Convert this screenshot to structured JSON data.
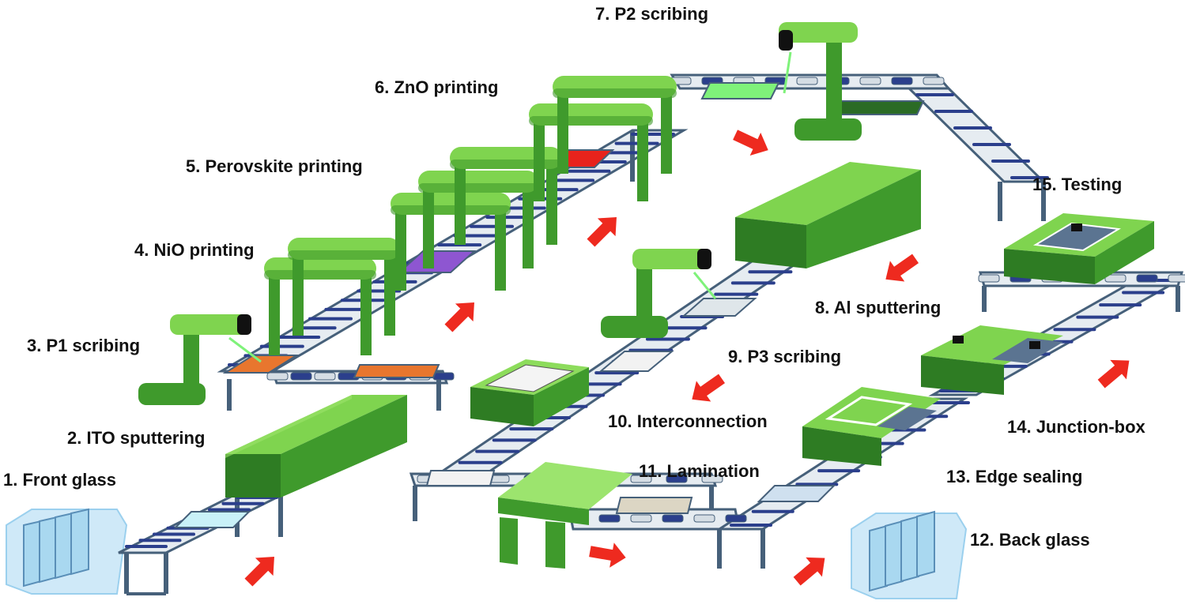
{
  "diagram": {
    "steps": [
      {
        "id": 1,
        "label": "1. Front glass"
      },
      {
        "id": 2,
        "label": "2. ITO sputtering"
      },
      {
        "id": 3,
        "label": "3. P1 scribing"
      },
      {
        "id": 4,
        "label": "4. NiO printing"
      },
      {
        "id": 5,
        "label": "5. Perovskite printing"
      },
      {
        "id": 6,
        "label": "6. ZnO printing"
      },
      {
        "id": 7,
        "label": "7. P2 scribing"
      },
      {
        "id": 8,
        "label": "8. Al sputtering"
      },
      {
        "id": 9,
        "label": "9. P3 scribing"
      },
      {
        "id": 10,
        "label": "10. Interconnection"
      },
      {
        "id": 11,
        "label": "11. Lamination"
      },
      {
        "id": 12,
        "label": "12. Back glass"
      },
      {
        "id": 13,
        "label": "13. Edge sealing"
      },
      {
        "id": 14,
        "label": "14. Junction-box"
      },
      {
        "id": 15,
        "label": "15. Testing"
      }
    ],
    "colors": {
      "machine_green": "#3f9a2c",
      "machine_green_light": "#7fd44f",
      "arrow": "#ee2a1f",
      "roller_blue": "#2b3f8c",
      "frame": "#46607a",
      "glass": "#a9d8f0",
      "ito_film": "#c9f1f8",
      "nio_film": "#8e56d1",
      "perovskite_film": "#e8231c",
      "zno_film": "#7ff27a",
      "p1_film": "#e8762e",
      "al_film": "#dfe6ea",
      "sealed_panel": "#5b7491"
    }
  }
}
